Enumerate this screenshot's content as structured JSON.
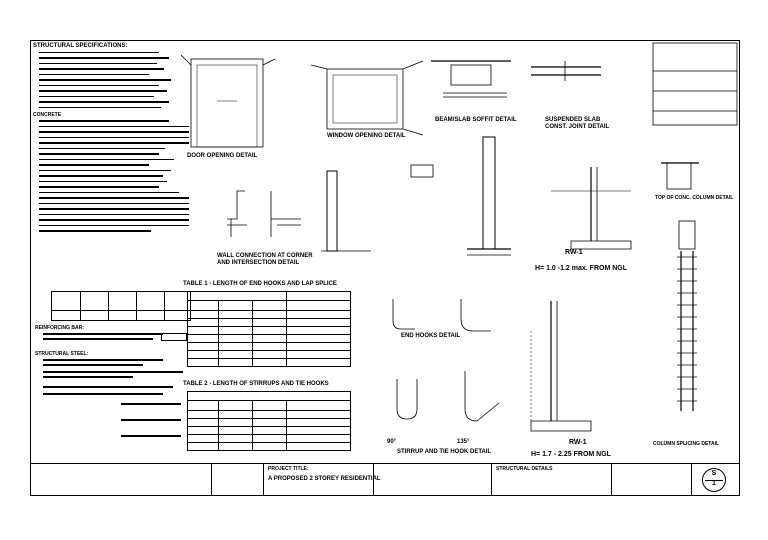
{
  "specs": {
    "heading": "STRUCTURAL SPECIFICATIONS:",
    "concrete": "CONCRETE",
    "reinforcing": "REINFORCING BAR:",
    "structural_steel": "STRUCTURAL STEEL:"
  },
  "details": {
    "door_opening": "DOOR OPENING DETAIL",
    "window_opening": "WINDOW OPENING DETAIL",
    "beam_slab_soffit": "BEAM/SLAB SOFFIT DETAIL",
    "suspended_slab": "SUSPENDED SLAB CONST. JOINT DETAIL",
    "wall_connection": "WALL CONNECTION AT CORNER AND INTERSECTION DETAIL",
    "table1": "TABLE 1 - LENGTH OF END HOOKS AND LAP SPLICE",
    "table2": "TABLE 2 - LENGTH OF STIRRUPS AND TIE HOOKS",
    "end_hooks": "END HOOKS DETAIL",
    "stirrup_tie": "STIRRUP AND TIE HOOK DETAIL",
    "rw1_top": "RW-1",
    "rw1_top_height": "H= 1.0 -1.2 max. FROM NGL",
    "rw1_bottom": "RW-1",
    "rw1_bottom_height": "H= 1.7 - 2.25 FROM NGL",
    "top_column": "TOP OF CONC. COLUMN DETAIL",
    "column_splicing": "COLUMN SPLICING DETAIL",
    "angle_90": "90°",
    "angle_135": "135°"
  },
  "title_block": {
    "project_label": "PROJECT TITLE:",
    "project_value": "A PROPOSED 2 STOREY RESIDENTIAL",
    "sheet_contents": "STRUCTURAL DETAILS",
    "sheet_number": "S",
    "sheet_index": "1"
  }
}
